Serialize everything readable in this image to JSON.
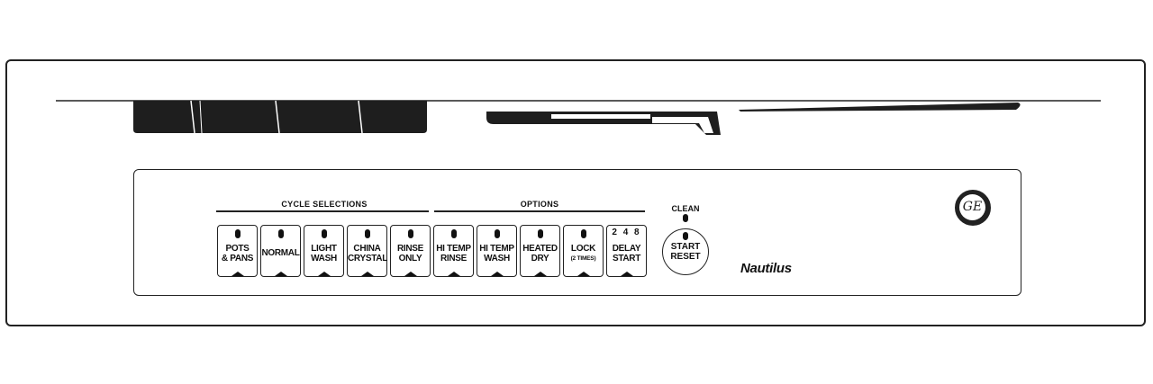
{
  "cycle_group": {
    "title": "CYCLE SELECTIONS",
    "buttons": [
      {
        "line1": "POTS",
        "line2": "& PANS"
      },
      {
        "line1": "NORMAL",
        "line2": ""
      },
      {
        "line1": "LIGHT",
        "line2": "WASH"
      },
      {
        "line1": "CHINA",
        "line2": "CRYSTAL"
      },
      {
        "line1": "RINSE",
        "line2": "ONLY"
      }
    ]
  },
  "options_group": {
    "title": "OPTIONS",
    "buttons": [
      {
        "line1": "HI TEMP",
        "line2": "RINSE"
      },
      {
        "line1": "HI TEMP",
        "line2": "WASH"
      },
      {
        "line1": "HEATED",
        "line2": "DRY"
      },
      {
        "line1": "LOCK",
        "line2": "(2 TIMES)"
      },
      {
        "line1": "DELAY",
        "line2": "START",
        "hours": "2 4 8"
      }
    ]
  },
  "clean_indicator": {
    "label": "CLEAN"
  },
  "start_button": {
    "line1": "START",
    "line2": "RESET"
  },
  "brand": {
    "model_name": "Nautilus",
    "logo_text": "GE"
  },
  "colors": {
    "outline": "#222222",
    "fill": "#111111",
    "background": "#ffffff"
  }
}
